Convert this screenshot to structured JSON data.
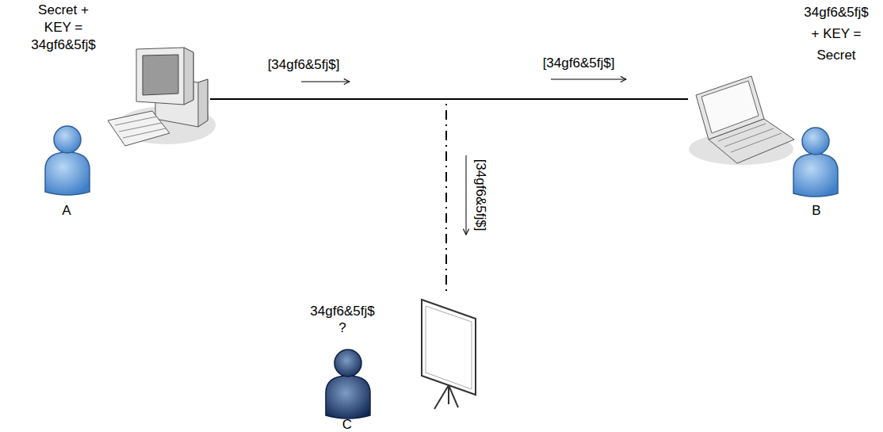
{
  "diagram": {
    "nodes": [
      {
        "text": [
          "Secret + KEY = 34gf6&5fj$",
          "A"
        ]
      },
      {
        "text": [
          "34gf6&5fj$ + KEY = Secret",
          "B"
        ]
      },
      {
        "text": [
          "34gf6&5fj$ ?",
          "C"
        ]
      }
    ],
    "edges": [
      {
        "from": 0,
        "to": 1,
        "arrow": "none",
        "label": "[34gf6&5fj$]"
      },
      {
        "from": 0,
        "to": 2,
        "arrow": "none",
        "label": "[34gf6&5fj$]"
      }
    ],
    "labels": [
      "[34gf6&5fj$]"
    ]
  }
}
